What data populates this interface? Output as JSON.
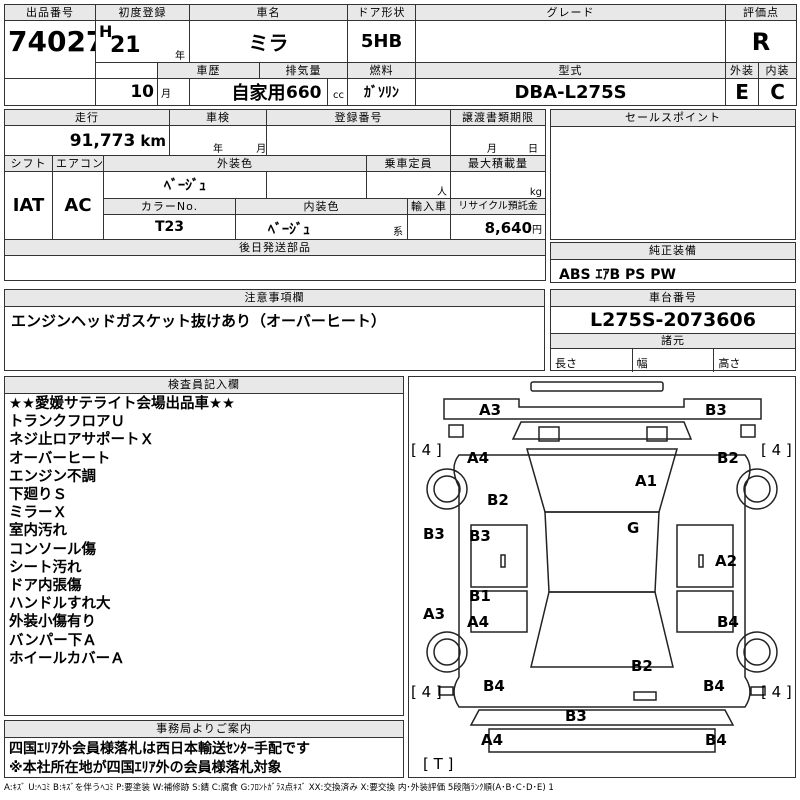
{
  "header": {
    "lot_label": "出品番号",
    "lot_value": "74027",
    "first_reg_label": "初度登録",
    "era": "H",
    "year": "21",
    "year_unit": "年",
    "car_name_label": "車名",
    "car_name": "ミラ",
    "door_label": "ドア形状",
    "door": "5HB",
    "grade_label": "グレード",
    "grade": "",
    "score_label": "評価点",
    "score": "R",
    "month": "10",
    "month_unit": "月",
    "history_label": "車歴",
    "history": "自家用",
    "displacement_label": "排気量",
    "displacement": "660",
    "displacement_unit": "cc",
    "fuel_label": "燃料",
    "fuel": "ｶﾞｿﾘﾝ",
    "model_label": "型式",
    "model": "DBA-L275S",
    "exterior_label": "外装",
    "exterior": "E",
    "interior_label": "内装",
    "interior": "C"
  },
  "row2": {
    "mileage_label": "走行",
    "mileage": "91,773",
    "mileage_unit": "km",
    "inspection_label": "車検",
    "year_unit": "年",
    "month_unit": "月",
    "reg_label": "登録番号",
    "transfer_label": "譲渡書類期限",
    "t_month": "月",
    "t_day": "日",
    "sales_label": "セールスポイント"
  },
  "row3": {
    "shift_label": "シフト",
    "shift": "IAT",
    "aircon_label": "エアコン",
    "aircon": "AC",
    "ext_color_label": "外装色",
    "ext_color": "ﾍﾞｰｼﾞｭ",
    "capacity_label": "乗車定員",
    "capacity_unit": "人",
    "max_load_label": "最大積載量",
    "max_load_unit": "kg",
    "color_no_label": "カラーNo.",
    "color_no": "T23",
    "int_color_label": "内装色",
    "int_color": "ﾍﾞｰｼﾞｭ",
    "int_color_unit": "系",
    "import_label": "輸入車",
    "recycle_label": "リサイクル預託金",
    "recycle": "8,640",
    "recycle_unit": "円"
  },
  "later_parts_label": "後日発送部品",
  "genuine_label": "純正装備",
  "genuine": "ABS ｴｱB PS PW",
  "caution_label": "注意事項欄",
  "caution": "エンジンヘッドガスケット抜けあり（オーバーヒート）",
  "chassis_label": "車台番号",
  "chassis": "L275S-2073606",
  "dims_label": "諸元",
  "length": "長さ",
  "width": "幅",
  "height": "高さ",
  "inspector_label": "検査員記入欄",
  "inspector_notes": [
    "★★愛媛サテライト会場出品車★★",
    "トランクフロアＵ",
    "ネジ止ロアサポートＸ",
    "オーバーヒート",
    "エンジン不調",
    "下廻りＳ",
    "ミラーＸ",
    "室内汚れ",
    "コンソール傷",
    "シート汚れ",
    "ドア内張傷",
    "ハンドルすれ大",
    "外装小傷有り",
    "バンパー下Ａ",
    "ホイールカバーＡ"
  ],
  "office_label": "事務局よりご案内",
  "office_notes": [
    "四国ｴﾘｱ外会員様落札は西日本輸送ｾﾝﾀｰ手配です",
    "※本社所在地が四国ｴﾘｱ外の会員様落札対象"
  ],
  "diagram": {
    "marks": [
      {
        "t": "A3"
      },
      {
        "t": "B3"
      },
      {
        "t": "A4"
      },
      {
        "t": "B2"
      },
      {
        "t": "B2"
      },
      {
        "t": "A1"
      },
      {
        "t": "G"
      },
      {
        "t": "B3"
      },
      {
        "t": "B3"
      },
      {
        "t": "A2"
      },
      {
        "t": "B1"
      },
      {
        "t": "A3"
      },
      {
        "t": "A4"
      },
      {
        "t": "B4"
      },
      {
        "t": "B2"
      },
      {
        "t": "B4"
      },
      {
        "t": "B4"
      },
      {
        "t": "B3"
      },
      {
        "t": "A4"
      },
      {
        "t": "B4"
      }
    ],
    "tires": [
      "[ 4 ]",
      "[ 4 ]",
      "[ 4 ]",
      "[ 4 ]",
      "[ T ]"
    ]
  },
  "legend": "A:ｷｽﾞ  U:ﾍｺﾐ B:ｷｽﾞを伴うﾍｺﾐ P:要塗装 W:補修跡 S:錆 C:腐食 G:ﾌﾛﾝﾄｶﾞﾗｽ点ｷｽﾞ XX:交換済み X:要交換  内･外装評価  5段階ﾗﾝｸ順(A･B･C･D･E) 1"
}
